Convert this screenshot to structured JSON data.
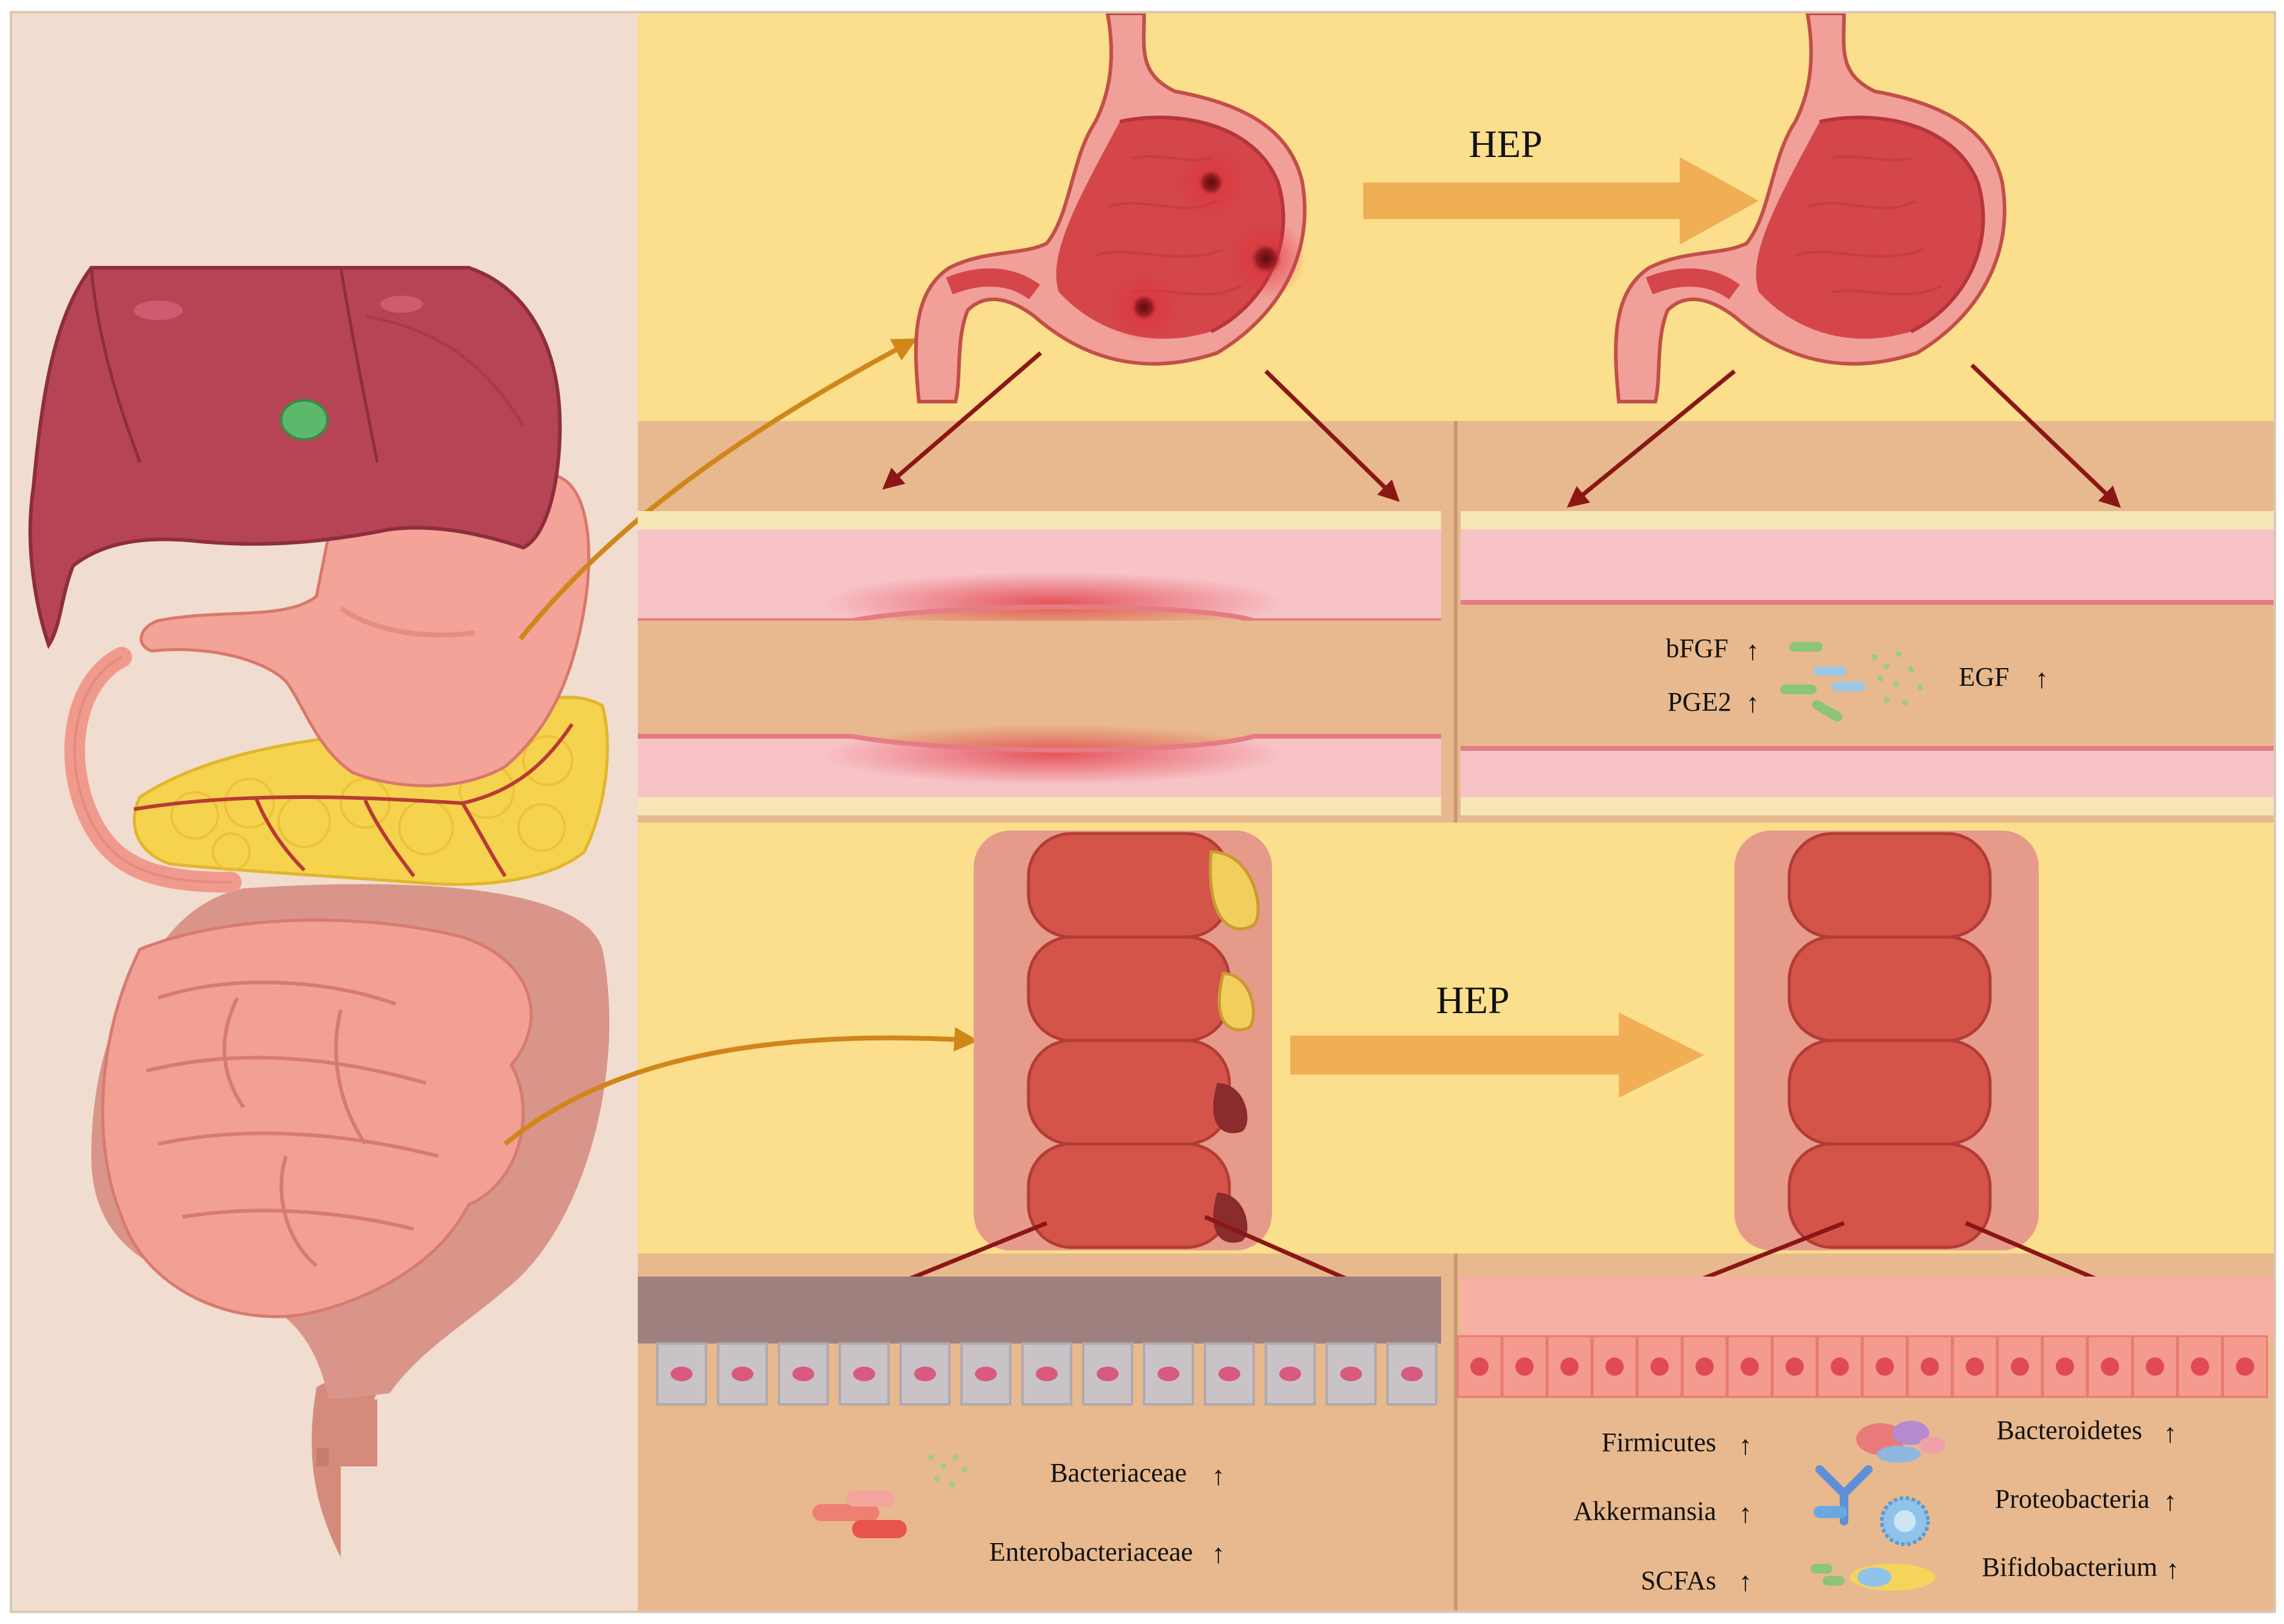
{
  "colors": {
    "left_panel": "#f1ddcf",
    "yellow_panel": "#fbdf8c",
    "tissue_panel": "#e8b98e",
    "arrow_orange": "#f0ae55",
    "arrow_darkred": "#8b1616",
    "curve_arrow": "#d1861a",
    "mucosa_pink": "#f7c3c7",
    "organ_red": "#d95a52"
  },
  "icons": [
    "digestive-system",
    "stomach-ulcerated",
    "stomach-healed",
    "colon-lesioned",
    "colon-healed",
    "bacteria",
    "antibody",
    "liposome"
  ],
  "gastric": {
    "treatment_label": "HEP",
    "treated_markers": [
      {
        "label": "bFGF",
        "direction": "↑"
      },
      {
        "label": "PGE2",
        "direction": "↑"
      },
      {
        "label": "EGF",
        "direction": "↑"
      }
    ]
  },
  "intestinal": {
    "treatment_label": "HEP",
    "injured_markers": [
      {
        "label": "Bacteriaceae",
        "direction": "↑"
      },
      {
        "label": "Enterobacteriaceae",
        "direction": "↑"
      }
    ],
    "treated_markers_left": [
      {
        "label": "Firmicutes",
        "direction": "↑"
      },
      {
        "label": "Akkermansia",
        "direction": "↑"
      },
      {
        "label": "SCFAs",
        "direction": "↑"
      }
    ],
    "treated_markers_right": [
      {
        "label": "Bacteroidetes",
        "direction": "↑"
      },
      {
        "label": "Proteobacteria",
        "direction": "↑"
      },
      {
        "label": "Bifidobacterium",
        "direction": "↑"
      }
    ]
  }
}
